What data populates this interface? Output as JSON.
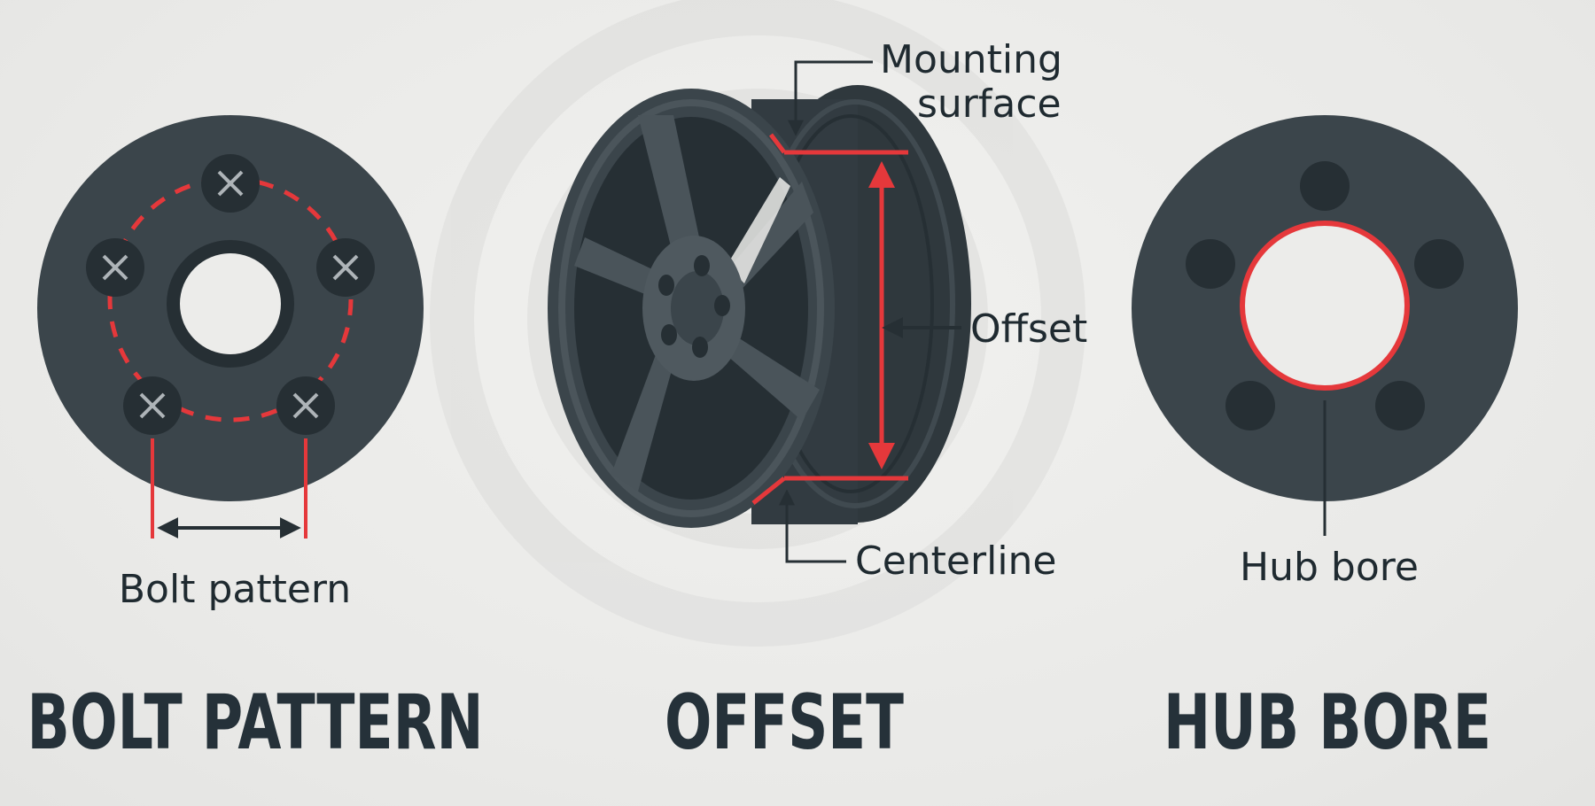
{
  "colors": {
    "disc": "#3b454b",
    "dark": "#262f34",
    "accent": "#e5383b",
    "text": "#1f2a30",
    "bg": "#ececea",
    "watermark": "#d9d9d7"
  },
  "bolt_pattern": {
    "callout": "Bolt pattern",
    "heading": "BOLT PATTERN"
  },
  "offset": {
    "callout_mounting_line1": "Mounting",
    "callout_mounting_line2": "surface",
    "callout_offset": "Offset",
    "callout_centerline": "Centerline",
    "heading": "OFFSET"
  },
  "hub_bore": {
    "callout": "Hub bore",
    "heading": "HUB BORE"
  }
}
